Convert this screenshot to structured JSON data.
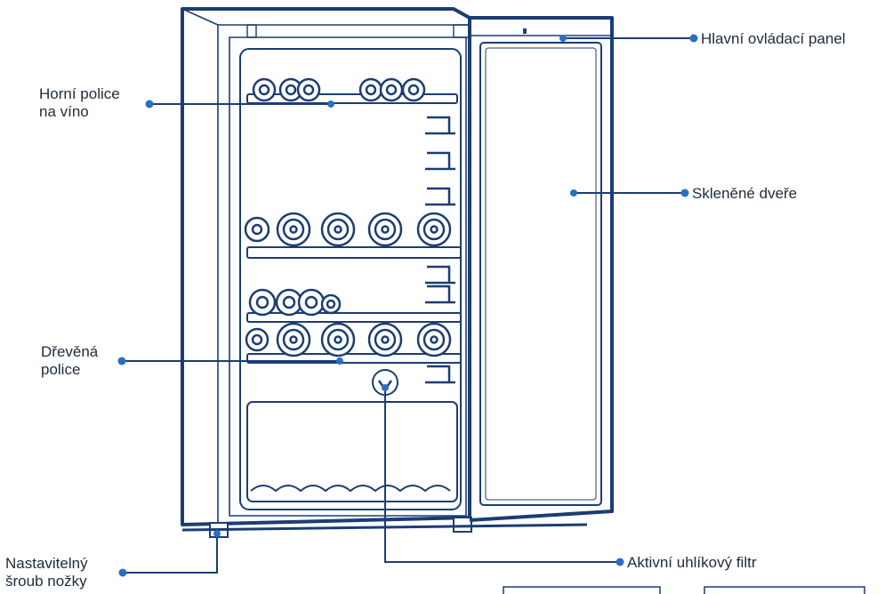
{
  "colors": {
    "outline": "#1c3d73",
    "accent": "#2a6fc4",
    "text": "#1f2a3a"
  },
  "labels": {
    "control_panel": "Hlavní ovládací panel",
    "top_shelf_line1": "Horní police",
    "top_shelf_line2": "na víno",
    "glass_door": "Skleněné dveře",
    "wooden_shelf_line1": "Dřevěná",
    "wooden_shelf_line2": "police",
    "foot_screw_line1": "Nastavitelný",
    "foot_screw_line2": "šroub nožky",
    "carbon_filter": "Aktivní uhlíkový filtr"
  }
}
